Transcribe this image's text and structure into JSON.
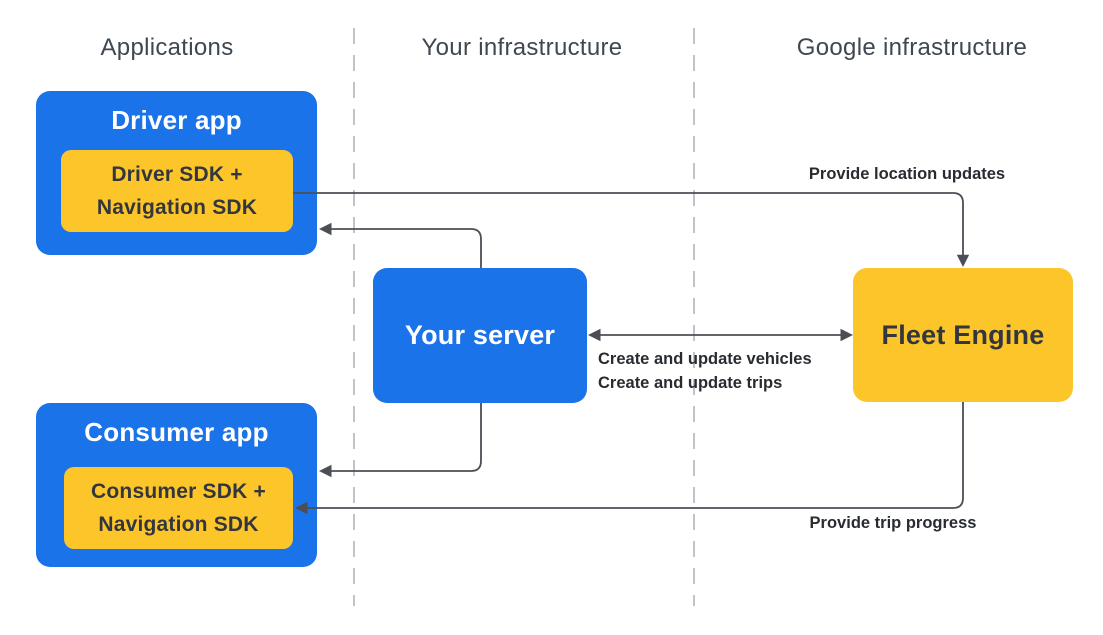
{
  "colors": {
    "blue": "#1a73e8",
    "yellow": "#fcc62b",
    "line": "#4b4f55",
    "lane_dash": "#b0b5ba",
    "header_text": "#3f4751",
    "dark_text": "#33373d",
    "label_text": "#282c31",
    "white_text": "#ffffff"
  },
  "columns": [
    {
      "id": "applications",
      "label": "Applications"
    },
    {
      "id": "your-infrastructure",
      "label": "Your infrastructure"
    },
    {
      "id": "google-infrastructure",
      "label": "Google infrastructure"
    }
  ],
  "nodes": {
    "driver_app": {
      "title": "Driver app",
      "sdk_line1": "Driver SDK +",
      "sdk_line2": "Navigation SDK"
    },
    "consumer_app": {
      "title": "Consumer app",
      "sdk_line1": "Consumer SDK +",
      "sdk_line2": "Navigation SDK"
    },
    "your_server": {
      "title": "Your server"
    },
    "fleet_engine": {
      "title": "Fleet Engine"
    }
  },
  "edges": {
    "provide_location_updates": {
      "label": "Provide location updates",
      "from": "driver_app",
      "to": "fleet_engine"
    },
    "server_fleet_sync": {
      "label_line1": "Create and update vehicles",
      "label_line2": "Create and update trips",
      "from": "your_server",
      "to": "fleet_engine",
      "bidirectional": true
    },
    "server_to_driver_app": {
      "from": "your_server",
      "to": "driver_app"
    },
    "server_to_consumer_app": {
      "from": "your_server",
      "to": "consumer_app"
    },
    "provide_trip_progress": {
      "label": "Provide trip progress",
      "from": "fleet_engine",
      "to": "consumer_app"
    }
  }
}
